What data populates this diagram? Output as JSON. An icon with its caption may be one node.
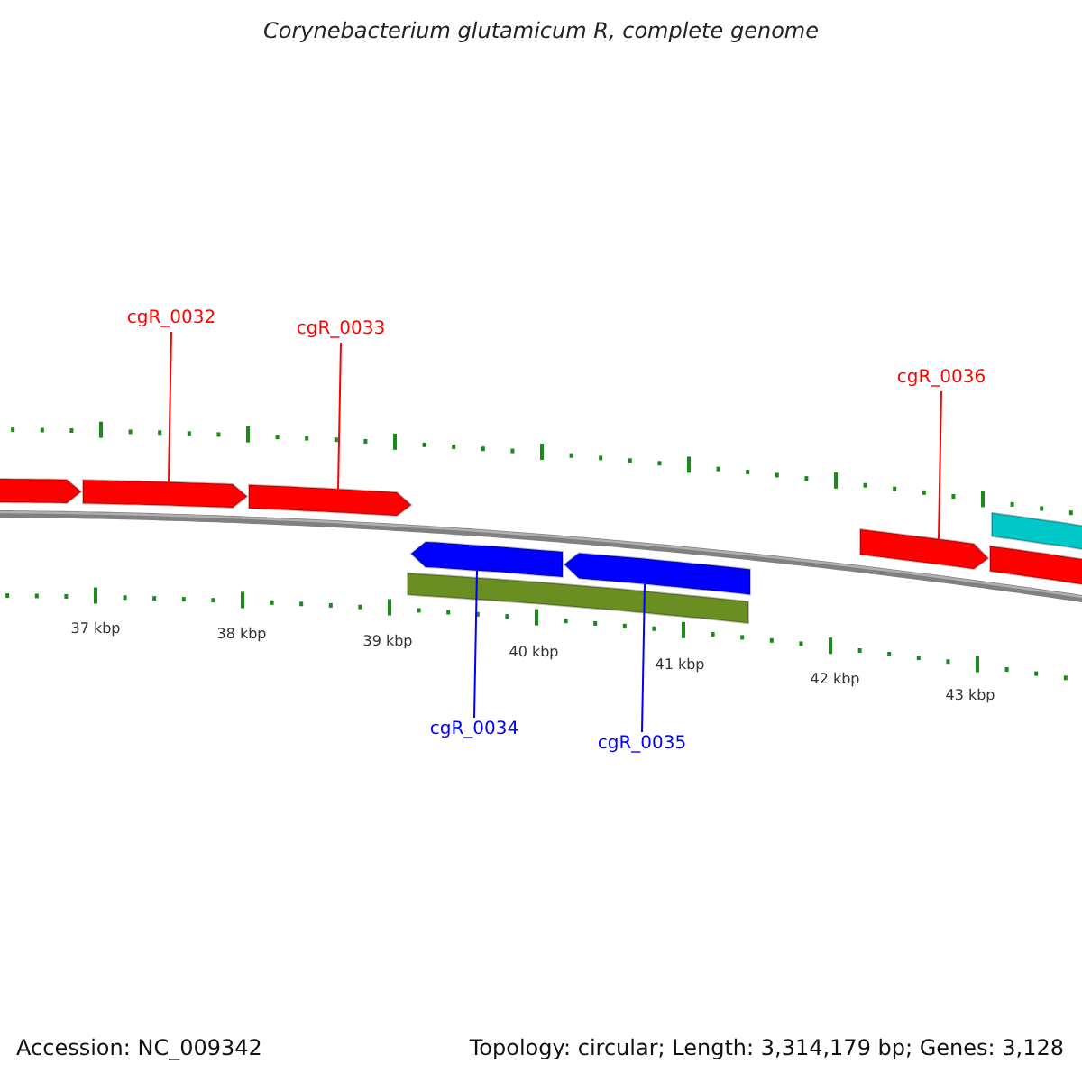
{
  "diagram": {
    "title": "Corynebacterium glutamicum R, complete genome",
    "nodes": [
      {
        "text": [
          "cgR_0032"
        ]
      },
      {
        "text": [
          "cgR_0033"
        ]
      },
      {
        "text": [
          "cgR_0036"
        ]
      },
      {
        "text": [],
        "shape": "arrow"
      },
      {
        "text": [],
        "shape": "arrow"
      },
      {
        "text": [],
        "shape": "arrow"
      },
      {
        "text": [],
        "shape": "arrow"
      },
      {
        "text": [],
        "shape": "bar"
      },
      {
        "text": [],
        "shape": "bar"
      },
      {
        "text": [],
        "shape": "arrow"
      },
      {
        "text": [],
        "shape": "arrow"
      },
      {
        "text": [],
        "shape": "bar"
      },
      {
        "text": [
          "cgR_0034"
        ]
      },
      {
        "text": [
          "cgR_0035"
        ]
      }
    ],
    "edges": [
      {
        "from": 0,
        "to": 4,
        "arrow": "none",
        "color": "#ff0000"
      },
      {
        "from": 1,
        "to": 5,
        "arrow": "none",
        "color": "#ff0000"
      },
      {
        "from": 2,
        "to": 6,
        "arrow": "none",
        "color": "#ff0000"
      },
      {
        "from": 12,
        "to": 9,
        "arrow": "none",
        "color": "#0000ff"
      },
      {
        "from": 13,
        "to": 10,
        "arrow": "none",
        "color": "#0000ff"
      }
    ],
    "labels": [
      "37 kbp",
      "38 kbp",
      "39 kbp",
      "40 kbp",
      "41 kbp",
      "42 kbp",
      "43 kbp",
      "Accession: NC_009342",
      "Topology: circular; Length: 3,314,179 bp; Genes: 3,128"
    ]
  }
}
